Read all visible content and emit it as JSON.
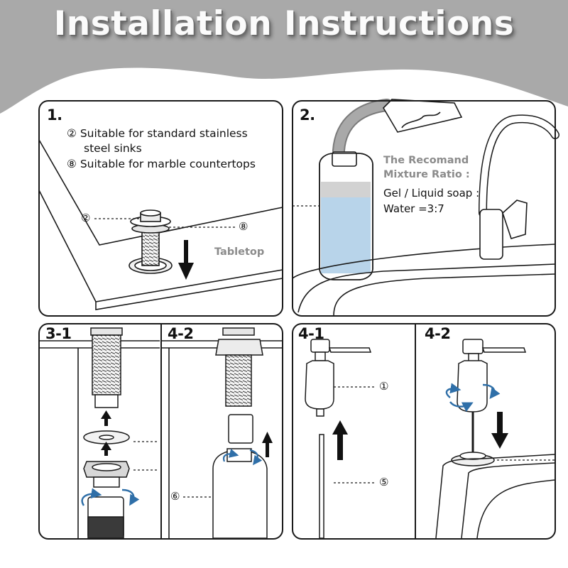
{
  "title": "Installation Instructions",
  "steps": {
    "s1": "1.",
    "s2": "2.",
    "s3_1": "3-1",
    "s4_2a": "4-2",
    "s4_1": "4-1",
    "s4_2b": "4-2"
  },
  "panel1": {
    "note_a_num": "②",
    "note_a_line1": "Suitable for standard stainless",
    "note_a_line2": "steel sinks",
    "note_b_num": "⑧",
    "note_b_text": "Suitable for marble countertops",
    "callout_left": "②",
    "callout_right": "⑧",
    "tabletop": "Tabletop"
  },
  "panel2": {
    "ratio_line1": "The Recomand",
    "ratio_line2": "Mixture Ratio :",
    "gel_line": "Gel / Liquid soap :",
    "water_line": "Water =3:7"
  },
  "panel3": {
    "callout_6": "⑥"
  },
  "panel4": {
    "callout_1": "①",
    "callout_5": "⑤"
  },
  "colors": {
    "banner": "#a9a9a9",
    "liquid": "#b8d4ea",
    "liquid_top": "#d2d2d2",
    "arrow_blue": "#2f6fa8",
    "grey_label": "#8b8b8b"
  }
}
